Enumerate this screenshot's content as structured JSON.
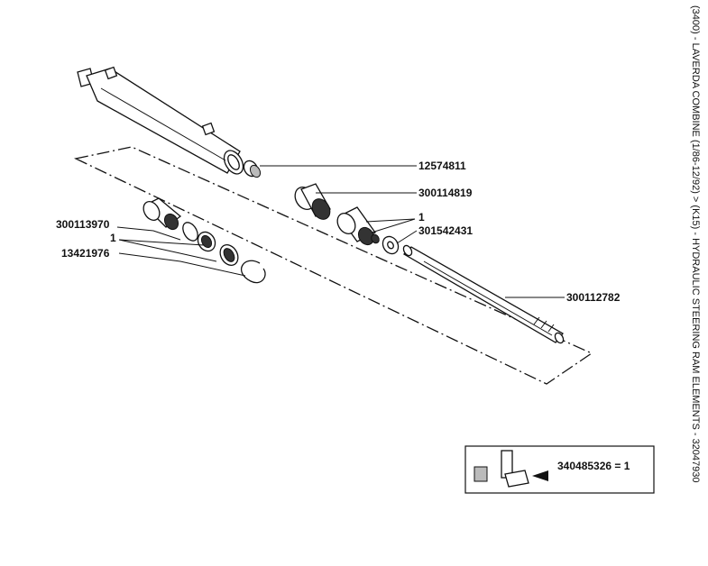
{
  "side_title": "(3400) - LAVERDA COMBINE (1/86-12/92) > (K15) - HYDRAULIC STEERING RAM ELEMENTS - 32047930",
  "labels": {
    "p12574811": "12574811",
    "p300114819": "300114819",
    "p1_right": "1",
    "p301542431": "301542431",
    "p300113970": "300113970",
    "p1_left": "1",
    "p13421976": "13421976",
    "p300112782": "300112782"
  },
  "kit": {
    "text": "340485326 = 1"
  }
}
